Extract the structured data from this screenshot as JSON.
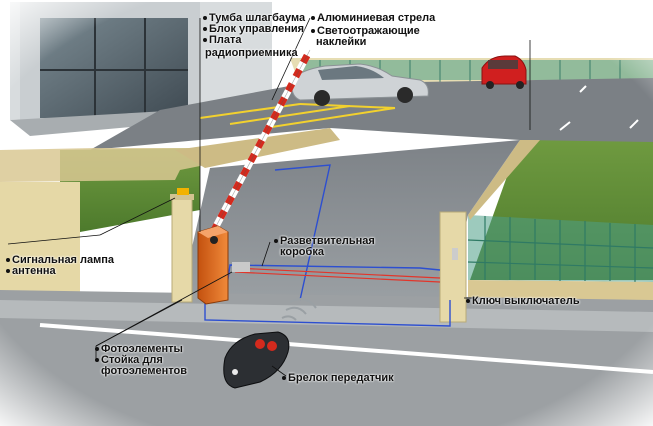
{
  "labels": {
    "barrier_cabinet": "Тумба шлагбаума",
    "control_unit": "Блок управления",
    "receiver_board_1": "Плата",
    "receiver_board_2": "радиоприемника",
    "aluminum_boom": "Алюминиевая стрела",
    "reflective_1": "Светоотражающие",
    "reflective_2": "наклейки",
    "signal_lamp": "Сигнальная лампа",
    "antenna": "антенна",
    "junction_box_1": "Разветвительная",
    "junction_box_2": "коробка",
    "key_switch": "Ключ выключатель",
    "photocells": "Фотоэлементы",
    "photocell_stand_1": "Стойка для",
    "photocell_stand_2": "фотоэлементов",
    "remote_fob": "Брелок передатчик"
  },
  "colors": {
    "barrier_body": "#e36a1b",
    "boom_red": "#d42a1d",
    "boom_white": "#ffffff",
    "road": "#8a8f93",
    "lawn": "#5f8a37",
    "fence": "#4c9f86",
    "wall": "#d9c893",
    "car_red": "#d01f1f",
    "car_silver": "#cfd3d6",
    "cable": "#2d4fd0",
    "beam": "#e2352a"
  }
}
